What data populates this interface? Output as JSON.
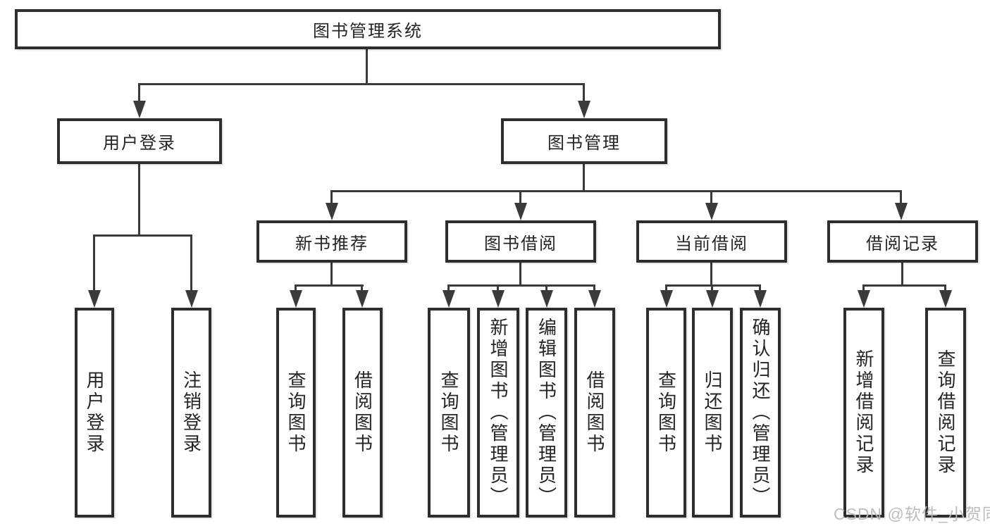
{
  "diagram": {
    "root": {
      "label": "图书管理系统"
    },
    "level2": [
      {
        "label": "用户登录"
      },
      {
        "label": "图书管理"
      }
    ],
    "level3": [
      {
        "label": "新书推荐",
        "parent": "图书管理"
      },
      {
        "label": "图书借阅",
        "parent": "图书管理"
      },
      {
        "label": "当前借阅",
        "parent": "图书管理"
      },
      {
        "label": "借阅记录",
        "parent": "图书管理"
      }
    ],
    "leaves": [
      {
        "label": "用户登录",
        "parent": "用户登录"
      },
      {
        "label": "注销登录",
        "parent": "用户登录"
      },
      {
        "label": "查询图书",
        "parent": "新书推荐"
      },
      {
        "label": "借阅图书",
        "parent": "新书推荐"
      },
      {
        "label": "查询图书",
        "parent": "图书借阅"
      },
      {
        "label": "新增图书（管理员）",
        "parent": "图书借阅"
      },
      {
        "label": "编辑图书（管理员）",
        "parent": "图书借阅"
      },
      {
        "label": "借阅图书",
        "parent": "图书借阅"
      },
      {
        "label": "查询图书",
        "parent": "当前借阅"
      },
      {
        "label": "归还图书",
        "parent": "当前借阅"
      },
      {
        "label": "确认归还（管理员）",
        "parent": "当前借阅"
      },
      {
        "label": "新增借阅记录",
        "parent": "借阅记录"
      },
      {
        "label": "查询借阅记录",
        "parent": "借阅记录"
      }
    ]
  },
  "watermark": {
    "text": "CSDN @软件_小贺同学",
    "color": "#b9b9b9"
  },
  "colors": {
    "line": "#3a3a3a",
    "box_border": "#2d2d2d",
    "box_fill": "#ffffff",
    "text": "#242424",
    "background": "#ffffff"
  }
}
